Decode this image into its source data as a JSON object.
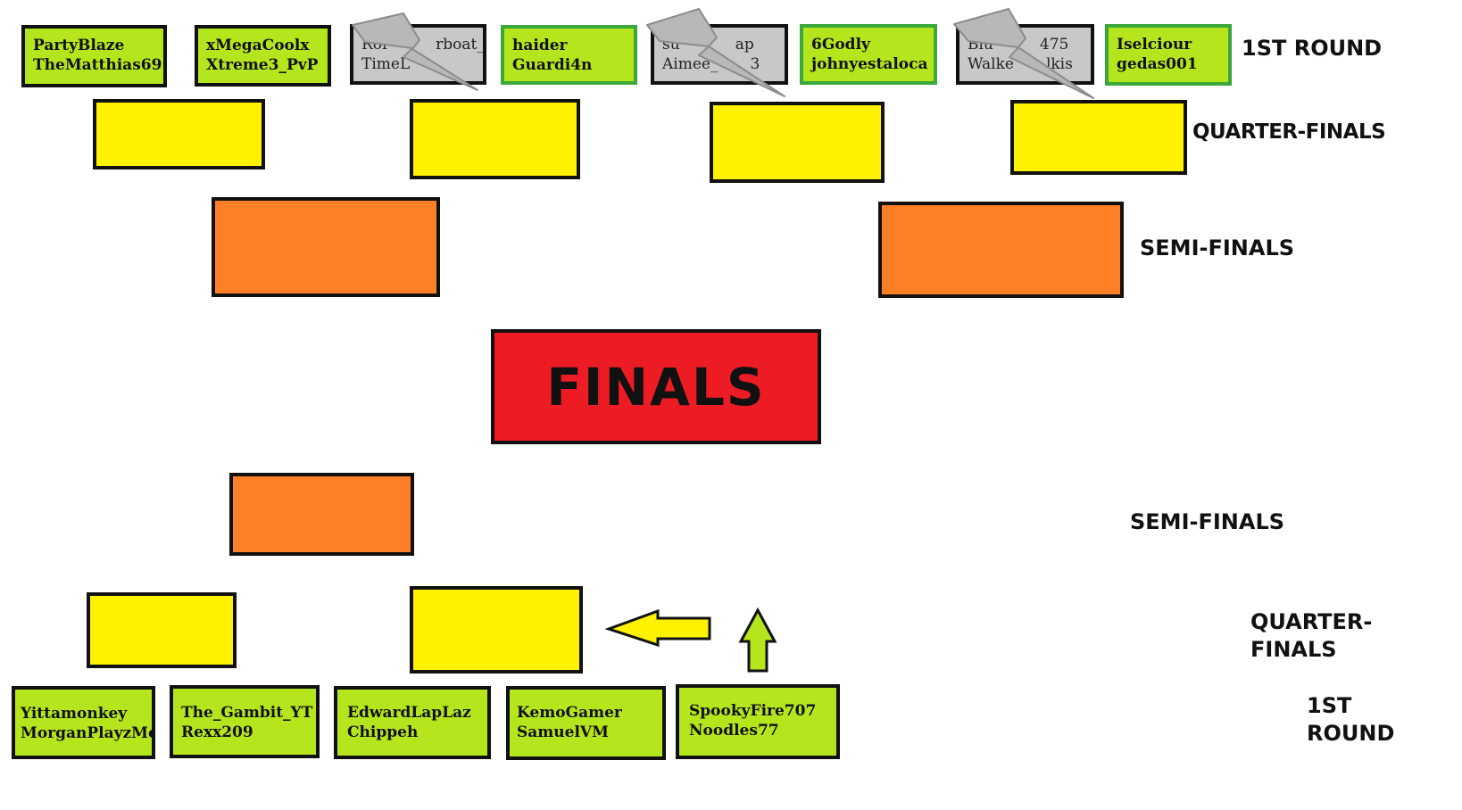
{
  "top": {
    "matches": [
      {
        "p1": "PartyBlaze",
        "p2": "TheMatthias69",
        "status": "active"
      },
      {
        "p1": "xMegaCoolx",
        "p2": "Xtreme3_PvP",
        "status": "active"
      },
      {
        "p1": "Ror",
        "p1b": "rboat_",
        "p2": "TimeL",
        "status": "eliminated"
      },
      {
        "p1": "haider",
        "p2": "Guardi4n",
        "status": "active"
      },
      {
        "p1": "su",
        "p1b": "ap",
        "p2": "Aimee_",
        "p2b": "3",
        "status": "eliminated"
      },
      {
        "p1": "6Godly",
        "p2": "johnyestaloca",
        "status": "active"
      },
      {
        "p1": "Blu",
        "p1b": "475",
        "p2": "Walke",
        "p2b": "lkis",
        "status": "eliminated"
      },
      {
        "p1": "Iselciour",
        "p2": "gedas001",
        "status": "active"
      }
    ],
    "labels": {
      "first_round": "1ST ROUND",
      "quarter_finals": "QUARTER-FINALS",
      "semi_finals": "SEMI-FINALS"
    }
  },
  "finals": {
    "label": "FINALS"
  },
  "bottom": {
    "matches": [
      {
        "p1": "Yittamonkey",
        "p2": "MorganPlayzMc"
      },
      {
        "p1": "The_Gambit_YT",
        "p2": "Rexx209"
      },
      {
        "p1": "EdwardLapLaz",
        "p2": "Chippeh"
      },
      {
        "p1": "KemoGamer",
        "p2": "SamuelVM"
      },
      {
        "p1": "SpookyFire707",
        "p2": "Noodles77"
      }
    ],
    "labels": {
      "semi_finals": "SEMI-FINALS",
      "quarter_line1": "QUARTER-",
      "quarter_line2": "FINALS",
      "first_line1": "1ST",
      "first_line2": "ROUND"
    }
  },
  "colors": {
    "first_round": "#b5e61d",
    "eliminated": "#c8c8c8",
    "quarter_finals": "#fff200",
    "semi_finals": "#ff7f27",
    "finals": "#ed1c24",
    "lightning": "#b8b8b8",
    "arrow_left": "#fff200",
    "arrow_up": "#b5e61d"
  },
  "icons": [
    "lightning-bolt-icon",
    "arrow-left-icon",
    "arrow-up-icon"
  ]
}
